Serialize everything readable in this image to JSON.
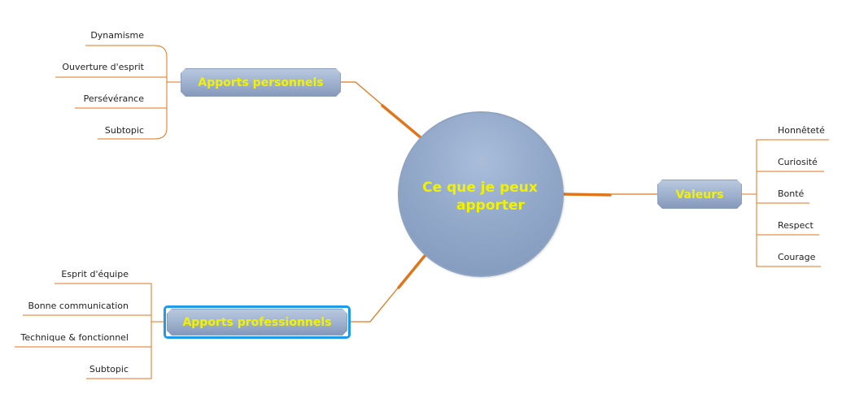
{
  "colors": {
    "link": "#e0761c",
    "topic_text": "#f2f200",
    "selection": "#1e9be8"
  },
  "central": {
    "line1": "Ce que je peux",
    "line2": "apporter"
  },
  "topics": {
    "personnels": {
      "label": "Apports personnels",
      "subtopics": [
        "Dynamisme",
        "Ouverture d'esprit",
        "Persévérance",
        "Subtopic"
      ]
    },
    "professionnels": {
      "label": "Apports professionnels",
      "subtopics": [
        "Esprit d'équipe",
        "Bonne communication",
        "Technique & fonctionnel",
        "Subtopic"
      ]
    },
    "valeurs": {
      "label": "Valeurs",
      "subtopics": [
        "Honnêteté",
        "Curiosité",
        "Bonté",
        "Respect",
        "Courage"
      ]
    }
  }
}
